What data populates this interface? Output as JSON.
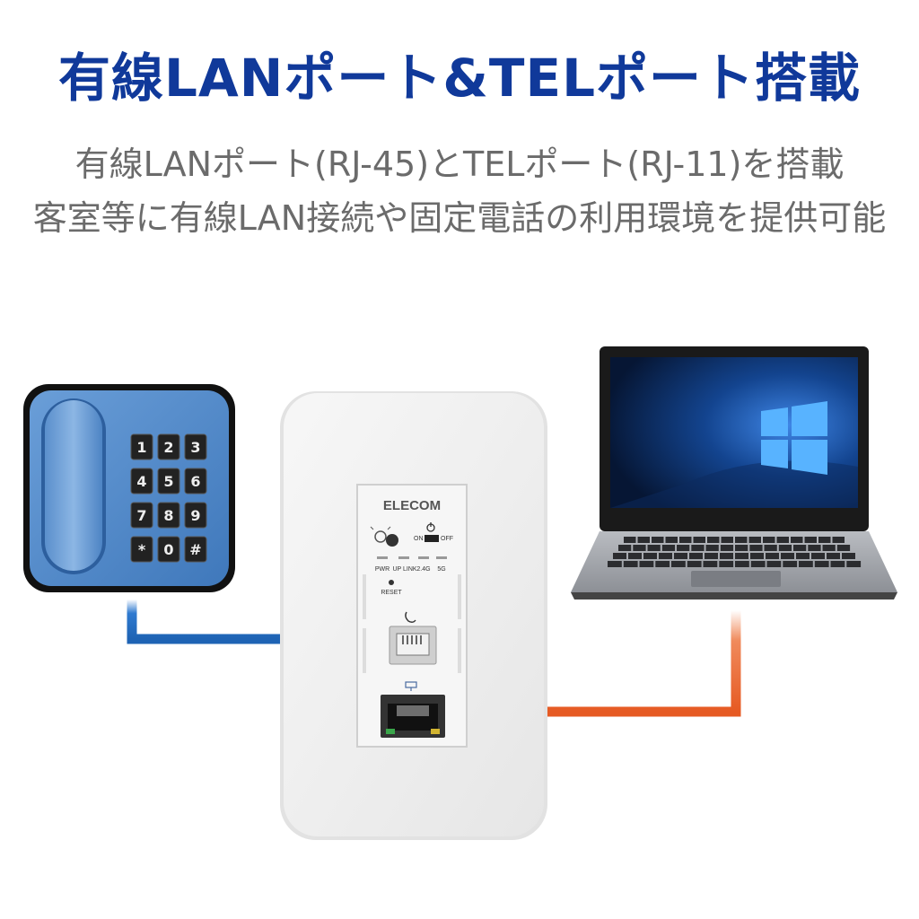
{
  "headline": "有線LANポート&TELポート搭載",
  "subtitle": {
    "line1": "有線LANポート(RJ-45)とTELポート(RJ-11)を搭載",
    "line2": "客室等に有線LAN接続や固定電話の利用環境を提供可能"
  },
  "phone": {
    "keys": [
      "1",
      "2",
      "3",
      "4",
      "5",
      "6",
      "7",
      "8",
      "9",
      "*",
      "0",
      "#"
    ]
  },
  "device": {
    "brand": "ELECOM",
    "switch_on": "ON",
    "switch_off": "OFF",
    "leds": [
      "PWR",
      "UP LINK",
      "2.4G",
      "5G"
    ],
    "reset_label": "RESET"
  },
  "laptop": {
    "os_logo": "windows-logo"
  },
  "colors": {
    "headline": "#10399a",
    "subtitle": "#6b6b6b",
    "tel_arrow": "#1e63b4",
    "lan_arrow": "#e65a23",
    "phone_body": "#4d86c6"
  }
}
